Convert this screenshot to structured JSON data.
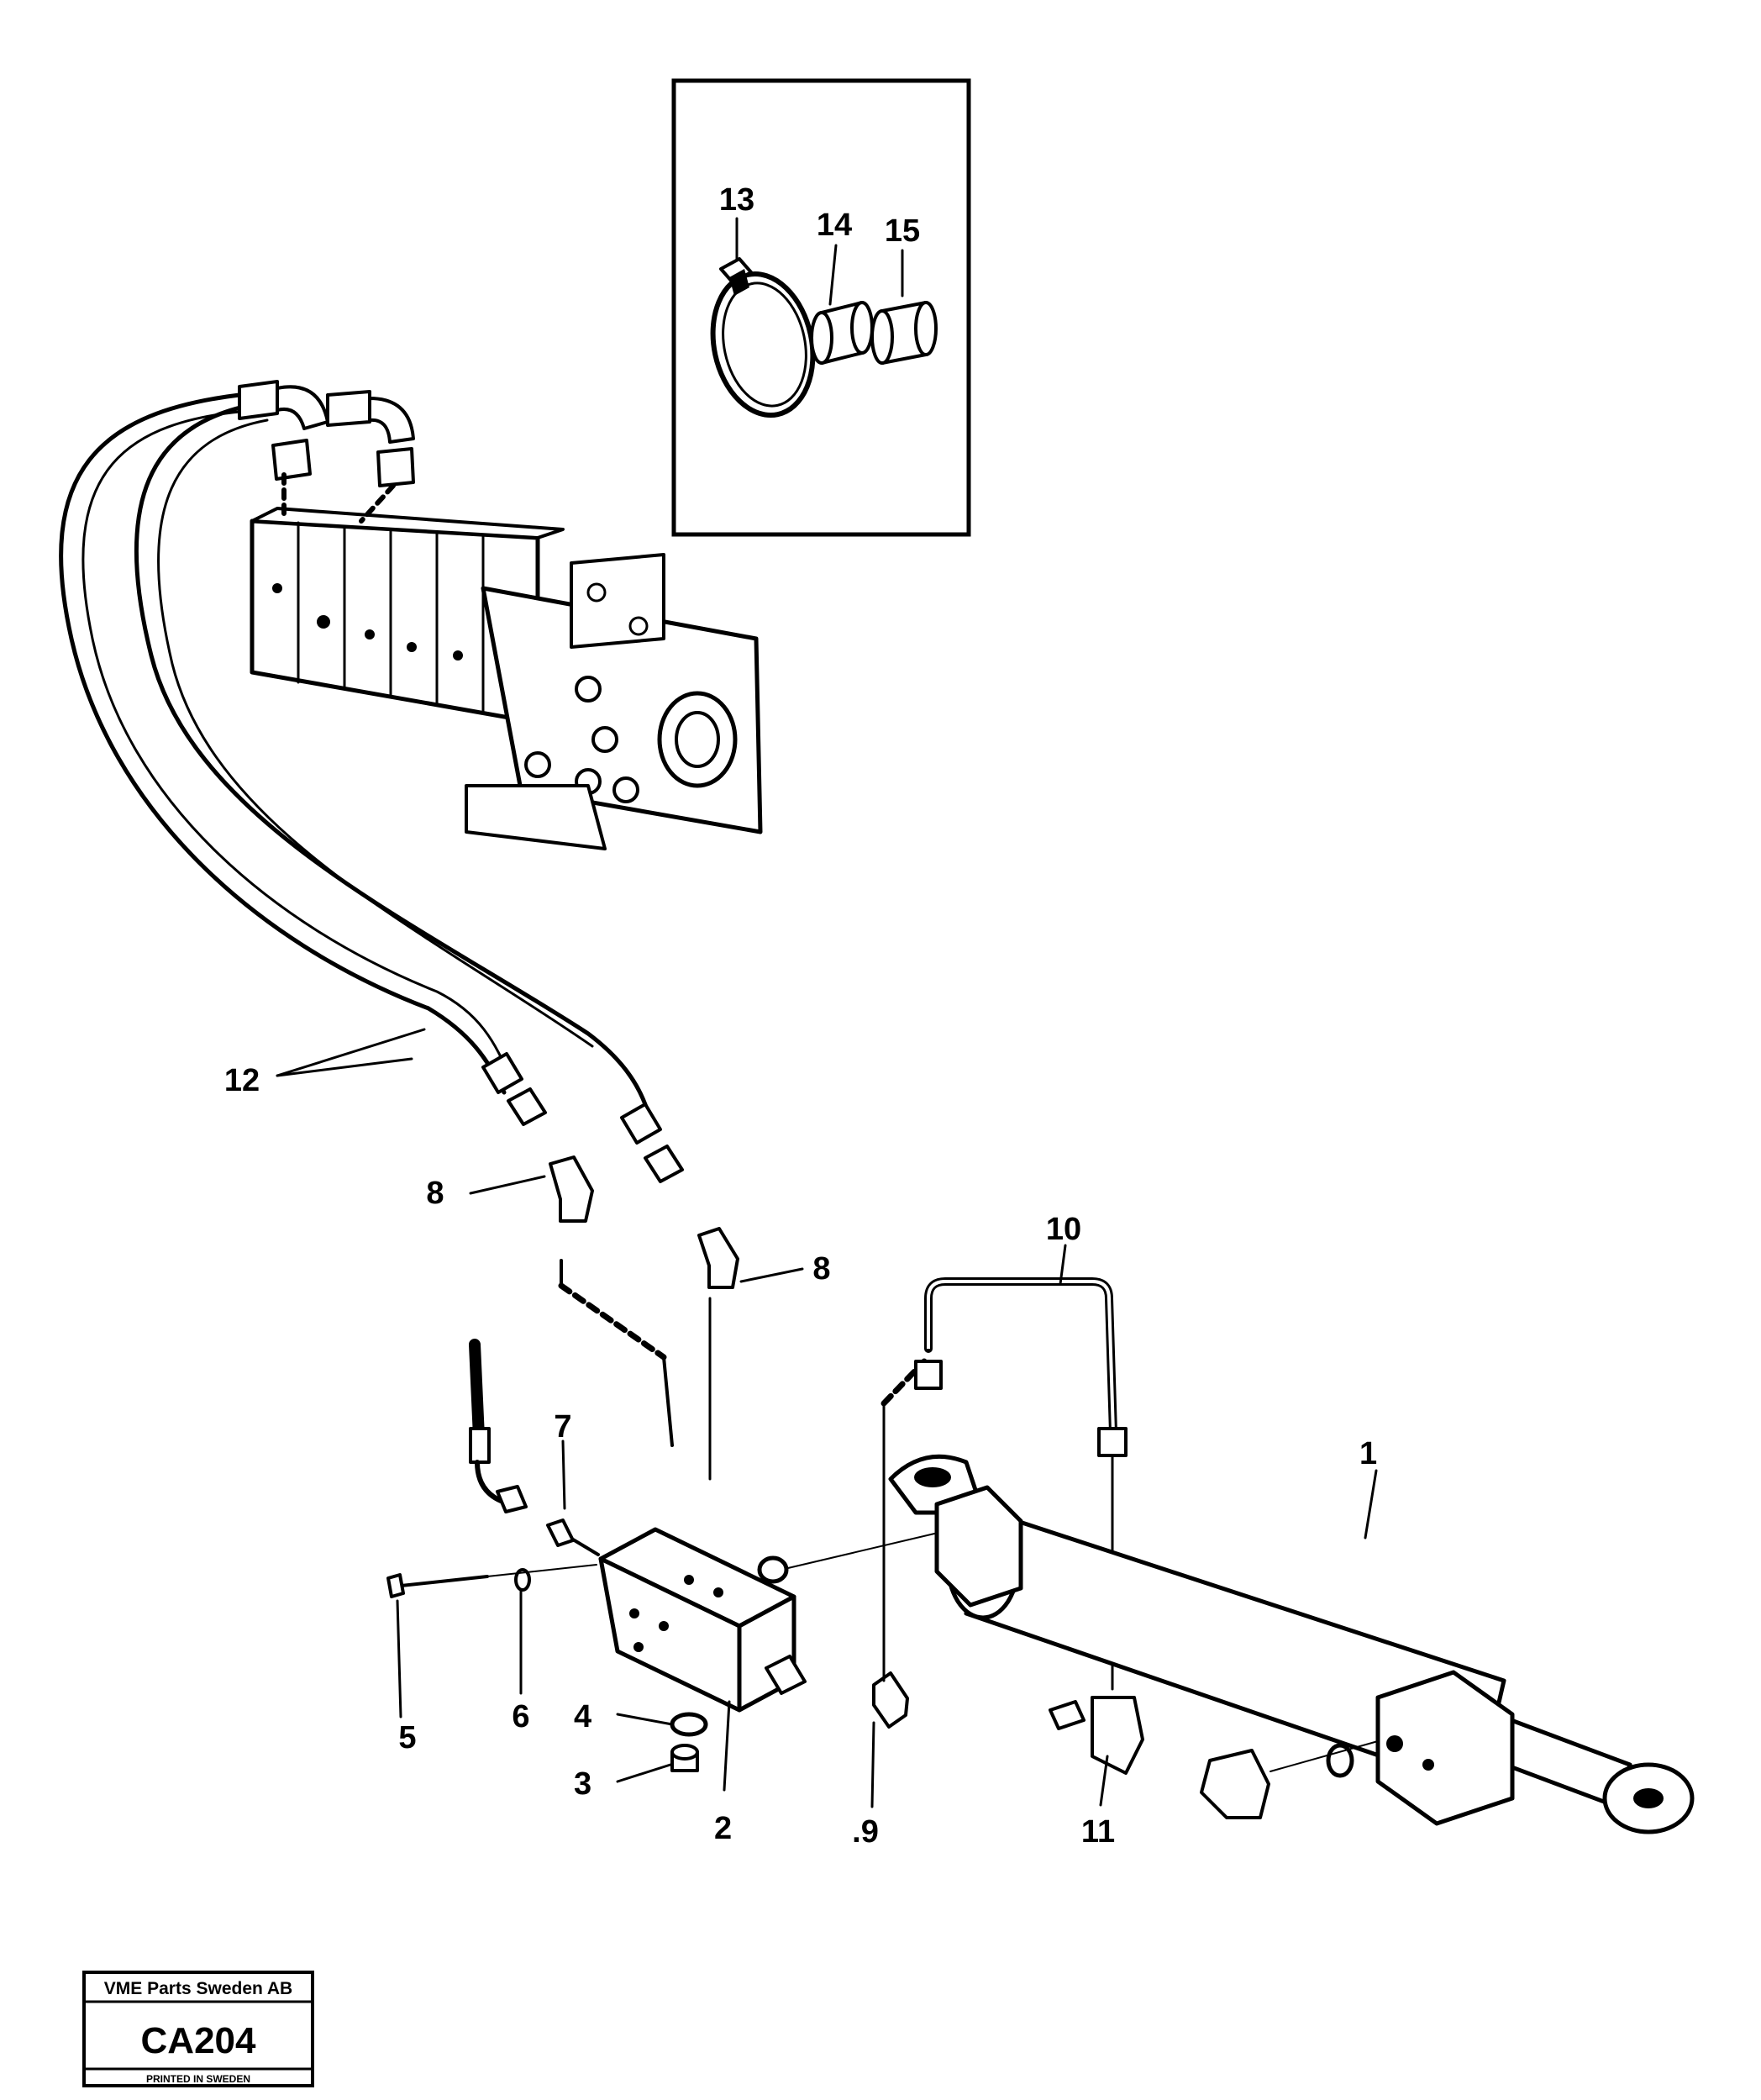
{
  "callouts": {
    "c1": "1",
    "c2": "2",
    "c3": "3",
    "c4": "4",
    "c5": "5",
    "c6": "6",
    "c7": "7",
    "c8a": "8",
    "c8b": "8",
    "c9": ".9",
    "c10": "10",
    "c11": "11",
    "c12": "12",
    "c13": "13",
    "c14": "14",
    "c15": "15"
  },
  "stamp": {
    "company": "VME Parts Sweden AB",
    "code": "CA204",
    "printed": "PRINTED IN SWEDEN"
  }
}
